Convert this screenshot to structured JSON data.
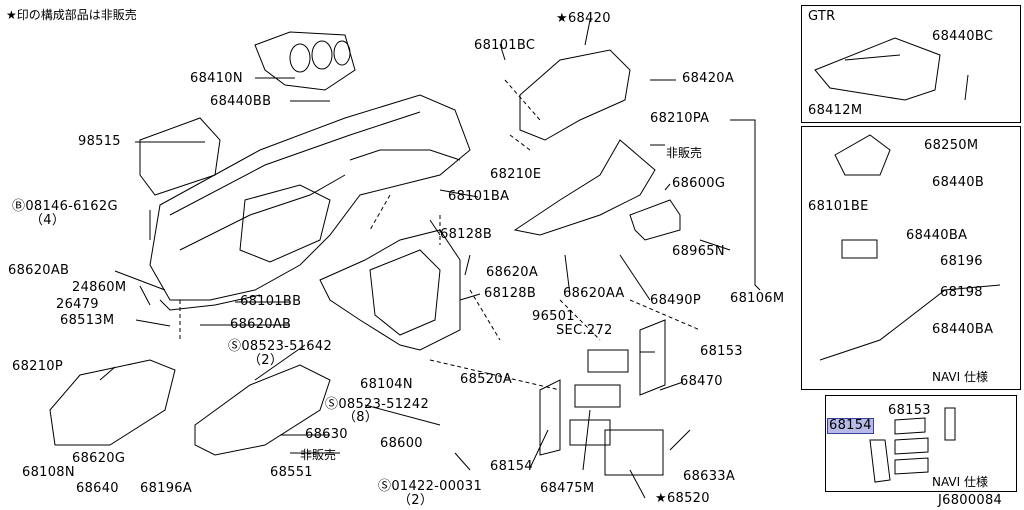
{
  "header_note": "★印の構成部品は非販売",
  "diagram_id": "J6800084",
  "panels": {
    "gtr_title": "GTR",
    "navi_spec_a": "NAVI 仕様",
    "navi_spec_b": "NAVI 仕様"
  },
  "highlight_color": "#b7b9e6",
  "parts": {
    "p68410N": "68410N",
    "p68440BB": "68440BB",
    "p98515": "98515",
    "p08146": "08146-6162G",
    "p08146_qty": "（4）",
    "p68620AB_a": "68620AB",
    "p24860M": "24860M",
    "p26479": "26479",
    "p68513M": "68513M",
    "p68210P": "68210P",
    "p68108N": "68108N",
    "p68620G": "68620G",
    "p68640": "68640",
    "p68196A": "68196A",
    "p68101BB": "68101BB",
    "p68620AB_b": "68620AB",
    "p08523_51642": "08523-51642",
    "p08523_51642_qty": "（2）",
    "p68104N": "68104N",
    "p08523_51242": "08523-51242",
    "p08523_51242_qty": "（8）",
    "p68630": "68630",
    "p68600": "68600",
    "non_sale_a": "非販売",
    "p68551": "68551",
    "p01422": "01422-00031",
    "p01422_qty": "（2）",
    "p68101BC": "68101BC",
    "p68420": "68420",
    "p68420A": "68420A",
    "p68210PA": "68210PA",
    "non_sale_b": "非販売",
    "p68210E": "68210E",
    "p68600G": "68600G",
    "p68101BA": "68101BA",
    "p68128B_a": "68128B",
    "p68620A": "68620A",
    "p68965N": "68965N",
    "p68128B_b": "68128B",
    "p68620AA": "68620AA",
    "p68490P": "68490P",
    "p68106M": "68106M",
    "p96501": "96501",
    "sec272": "SEC.272",
    "p68153_a": "68153",
    "p68520A": "68520A",
    "p68470": "68470",
    "p68154_a": "68154",
    "p68475M": "68475M",
    "p68520": "68520",
    "p68633A": "68633A",
    "p68412M": "68412M",
    "p68440BC": "68440BC",
    "p68250M": "68250M",
    "p68440B": "68440B",
    "p68101BE": "68101BE",
    "p68440BA_a": "68440BA",
    "p68196": "68196",
    "p68198": "68198",
    "p68440BA_b": "68440BA",
    "p68153_b": "68153",
    "p68154_b": "68154"
  }
}
